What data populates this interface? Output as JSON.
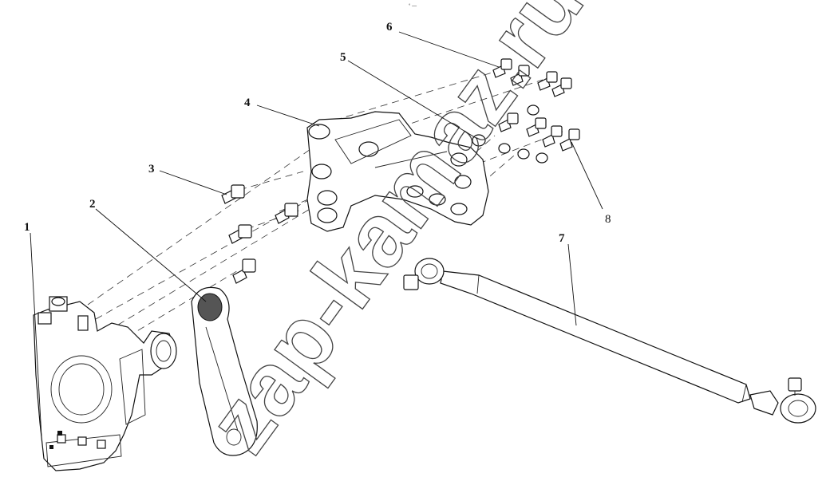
{
  "corner_mark": "° —",
  "watermark": "zap-kamaz.ru",
  "callouts": {
    "c1": "1",
    "c2": "2",
    "c3": "3",
    "c4": "4",
    "c5": "5",
    "c6": "6",
    "c7": "7",
    "c8": "8"
  }
}
